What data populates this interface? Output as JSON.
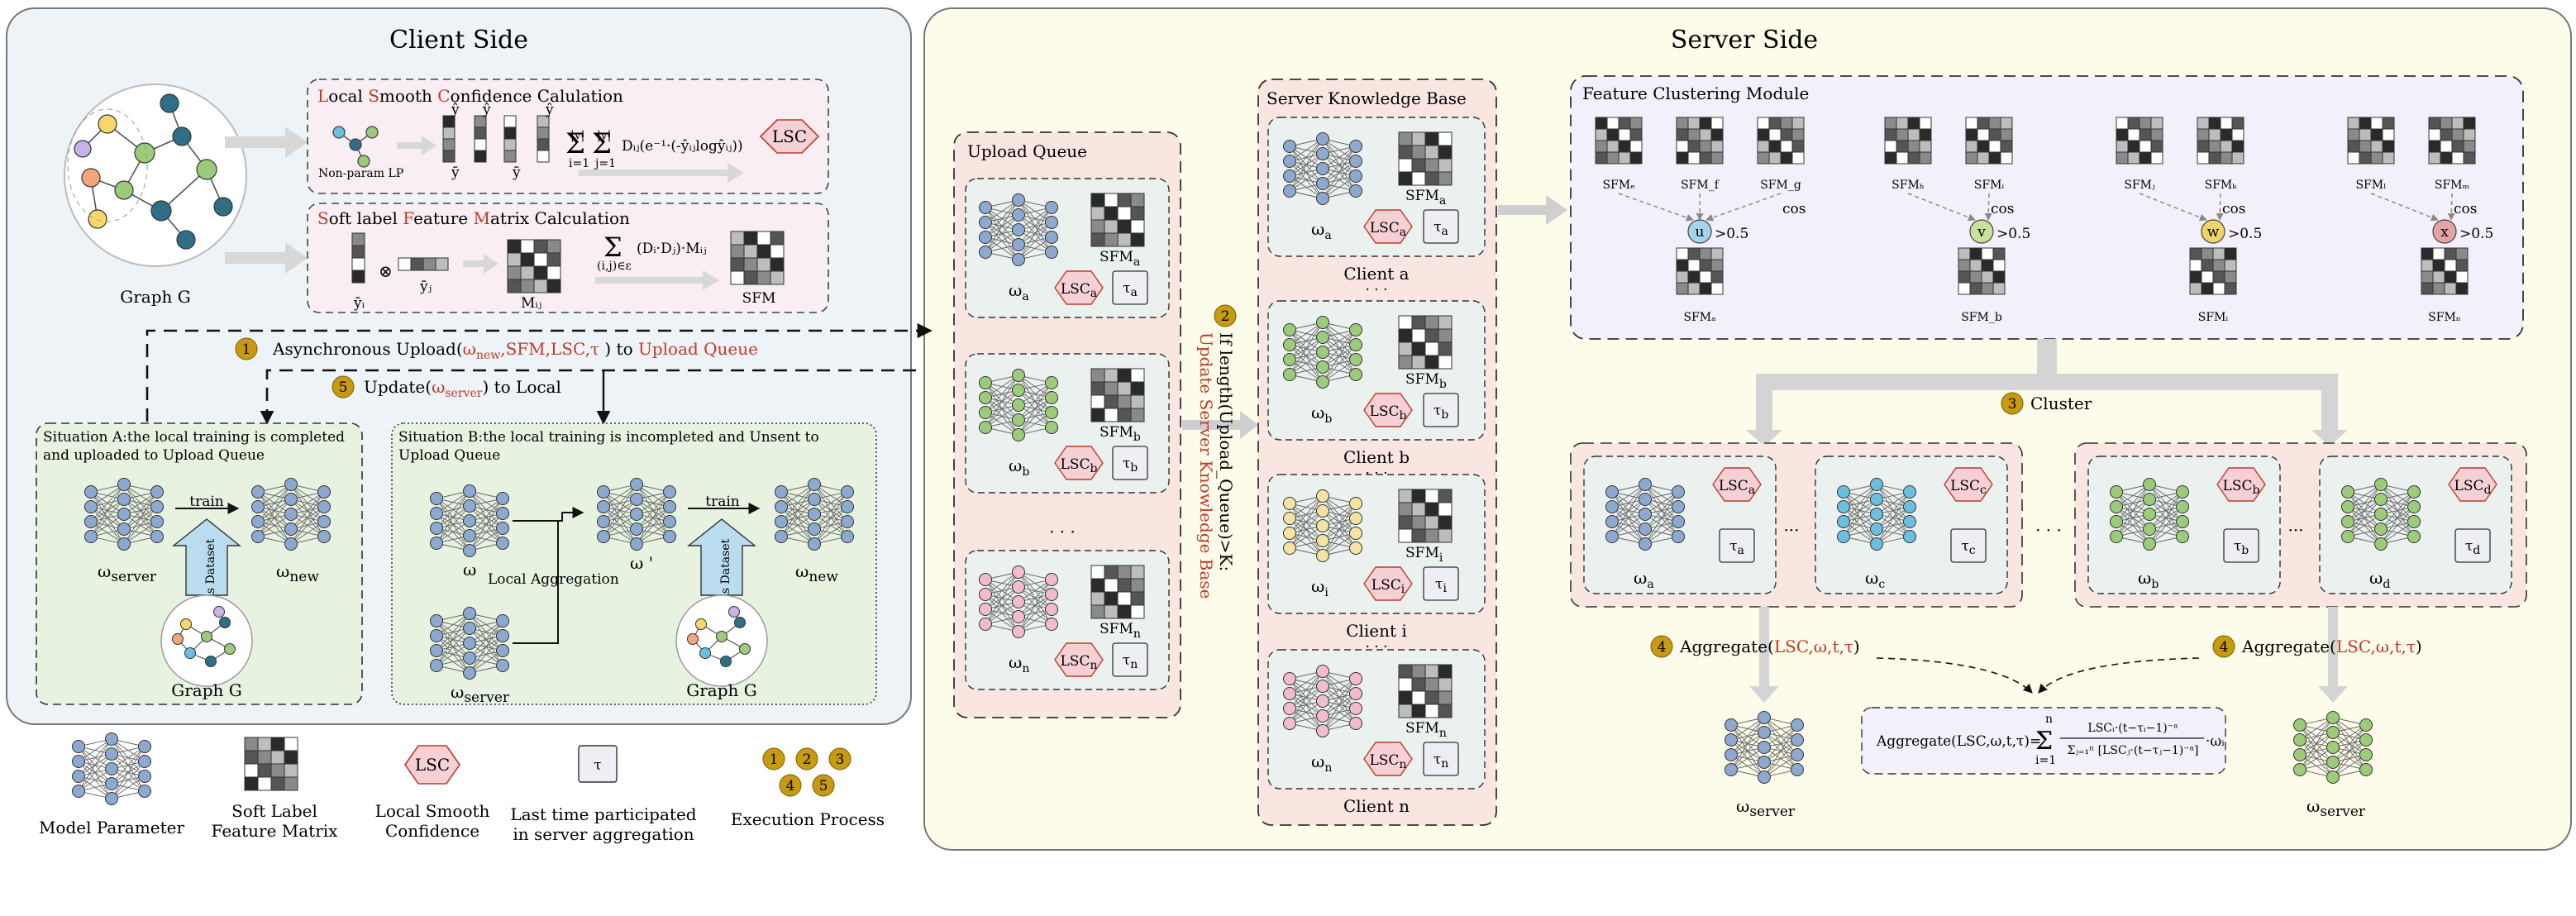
{
  "client_side": {
    "title": "Client Side",
    "graph_label": "Graph G",
    "lsc_calc": {
      "title_parts": [
        "L",
        "ocal ",
        "S",
        "mooth ",
        "C",
        "onfidence Calulation"
      ],
      "nonparam": "Non-param LP",
      "y_hat": "ŷ",
      "y_bar": "ȳ",
      "formula": "Σ Σ Dij(e^-1·(-ŷ_ij log ŷ_ij))",
      "sum_top_1": "|v|",
      "sum_bot_1": "i=1",
      "sum_top_2": "|y|",
      "sum_bot_2": "j=1",
      "formula_body": "Dᵢⱼ(e⁻¹·(-ŷᵢⱼlogŷᵢⱼ))",
      "output": "LSC"
    },
    "sfm_calc": {
      "title_parts": [
        "S",
        "oft label ",
        "F",
        "eature ",
        "M",
        "atrix Calculation"
      ],
      "yi": "ȳᵢ",
      "otimes": "⊗",
      "yj": "ȳⱼ",
      "mij": "Mᵢⱼ",
      "formula_body": "(Dᵢ·Dⱼ)·Mᵢⱼ",
      "sum_bot": "(i,j)∈ε",
      "output": "SFM"
    },
    "step1": {
      "num": "1",
      "prefix": "Asynchronous Upload(",
      "omega": "ω",
      "omega_sub": "new",
      "mid": ",SFM,LSC,",
      "tau": "τ",
      "close": " ) to ",
      "target": "Upload Queue"
    },
    "step5": {
      "num": "5",
      "prefix": "Update(",
      "omega": "ω",
      "omega_sub": "server",
      "suffix": ") to Local"
    },
    "situation_a": {
      "title_1": "Situation A:the local training is completed",
      "title_2": "and uploaded to Upload Queue",
      "train": "train",
      "dataset": "As Dataset",
      "omega_server": "ω",
      "omega_server_sub": "server",
      "omega_new": "ω",
      "omega_new_sub": "new",
      "graph": "Graph G"
    },
    "situation_b": {
      "title_1": "Situation B:the local training is incompleted and Unsent to",
      "title_2": "Upload Queue",
      "omega": "ω",
      "omega_prime": "ω '",
      "local_agg": "Local Aggregation",
      "omega_server": "ω",
      "omega_server_sub": "server",
      "train": "train",
      "dataset": "As Dataset",
      "omega_new": "ω",
      "omega_new_sub": "new",
      "graph": "Graph G"
    }
  },
  "legend": {
    "model": "Model Parameter",
    "sfm_1": "Soft Label",
    "sfm_2": "Feature Matrix",
    "lsc_icon": "LSC",
    "lsc_1": "Local Smooth",
    "lsc_2": "Confidence",
    "tau_icon": "τ",
    "tau_1": "Last time participated",
    "tau_2": "in server aggregation",
    "nums": [
      "1",
      "2",
      "3",
      "4",
      "5"
    ],
    "exec": "Execution Process"
  },
  "server_side": {
    "title": "Server Side",
    "upload_queue": {
      "title": "Upload Queue",
      "items": [
        {
          "omega": "ω",
          "sub": "a",
          "sfm": "SFM",
          "sfm_sub": "a",
          "lsc": "LSC",
          "lsc_sub": "a",
          "tau": "τ",
          "tau_sub": "a"
        },
        {
          "omega": "ω",
          "sub": "b",
          "sfm": "SFM",
          "sfm_sub": "b",
          "lsc": "LSC",
          "lsc_sub": "b",
          "tau": "τ",
          "tau_sub": "b"
        },
        {
          "omega": "ω",
          "sub": "n",
          "sfm": "SFM",
          "sfm_sub": "n",
          "lsc": "LSC",
          "lsc_sub": "n",
          "tau": "τ",
          "tau_sub": "n"
        }
      ],
      "dots": "· · ·"
    },
    "step2": {
      "num": "2",
      "line1": "If length(Upload_Queue)>K:",
      "line2": "Update Server Knowledge Base"
    },
    "knowledge_base": {
      "title": "Server Knowledge Base",
      "clients": [
        {
          "omega": "ω",
          "sub": "a",
          "sfm": "SFM",
          "sfm_sub": "a",
          "lsc": "LSC",
          "lsc_sub": "a",
          "tau": "τ",
          "tau_sub": "a",
          "label": "Client a"
        },
        {
          "omega": "ω",
          "sub": "b",
          "sfm": "SFM",
          "sfm_sub": "b",
          "lsc": "LSC",
          "lsc_sub": "b",
          "tau": "τ",
          "tau_sub": "b",
          "label": "Client b"
        },
        {
          "omega": "ω",
          "sub": "i",
          "sfm": "SFM",
          "sfm_sub": "i",
          "lsc": "LSC",
          "lsc_sub": "i",
          "tau": "τ",
          "tau_sub": "i",
          "label": "Client i"
        },
        {
          "omega": "ω",
          "sub": "n",
          "sfm": "SFM",
          "sfm_sub": "n",
          "lsc": "LSC",
          "lsc_sub": "n",
          "tau": "τ",
          "tau_sub": "n",
          "label": "Client n"
        }
      ],
      "dots": "· · ·"
    },
    "feature_clustering": {
      "title": "Feature Clustering Module",
      "groups": [
        {
          "top": [
            "SFMₑ",
            "SFM_f",
            "SFM_g"
          ],
          "center": "u",
          "threshold": ">0.5",
          "cos": "cos",
          "bottom": "SFMₐ"
        },
        {
          "top": [
            "SFMₕ",
            "SFMᵢ"
          ],
          "center": "v",
          "threshold": ">0.5",
          "cos": "cos",
          "bottom": "SFM_b"
        },
        {
          "top": [
            "SFMⱼ",
            "SFMₖ"
          ],
          "center": "w",
          "threshold": ">0.5",
          "cos": "cos",
          "bottom": "SFMᵢ"
        },
        {
          "top": [
            "SFMₗ",
            "SFMₘ"
          ],
          "center": "x",
          "threshold": ">0.5",
          "cos": "cos",
          "bottom": "SFMₙ"
        }
      ]
    },
    "step3": {
      "num": "3",
      "label": "Cluster"
    },
    "clusters": [
      {
        "items": [
          {
            "omega": "ω",
            "sub": "a",
            "lsc": "LSC",
            "lsc_sub": "a",
            "tau": "τ",
            "tau_sub": "a"
          },
          {
            "omega": "ω",
            "sub": "c",
            "lsc": "LSC",
            "lsc_sub": "c",
            "tau": "τ",
            "tau_sub": "c"
          }
        ]
      },
      {
        "items": [
          {
            "omega": "ω",
            "sub": "b",
            "lsc": "LSC",
            "lsc_sub": "b",
            "tau": "τ",
            "tau_sub": "b"
          },
          {
            "omega": "ω",
            "sub": "d",
            "lsc": "LSC",
            "lsc_sub": "d",
            "tau": "τ",
            "tau_sub": "d"
          }
        ]
      }
    ],
    "dots_inner": "···",
    "dots_between": "· · ·",
    "step4_left": {
      "num": "4",
      "prefix": "Aggregate(",
      "args": "LSC,ω,t,τ",
      "close": ")"
    },
    "step4_right": {
      "num": "4",
      "prefix": "Aggregate(",
      "args": "LSC,ω,t,τ",
      "close": ")"
    },
    "aggregate_formula": {
      "lhs": "Aggregate(LSC,ω,t,τ)=",
      "sum_top": "n",
      "sum_bot": "i=1",
      "numerator": "LSCᵢ·(t−τᵢ−1)⁻ᵃ",
      "denominator": "Σⱼ₌₁ⁿ [LSCⱼ·(t−τⱼ−1)⁻ᵃ]",
      "rhs": "·ωᵢ"
    },
    "server_left": {
      "omega": "ω",
      "sub": "server"
    },
    "server_right": {
      "omega": "ω",
      "sub": "server"
    }
  },
  "colors": {
    "client_bg": "#eef3f8",
    "server_bg": "#fdfbe9",
    "blue_node": "#8ea9cf",
    "green_node": "#9ccc7a",
    "cyan_node": "#6cc0df",
    "yellow_node": "#f6e3a2",
    "pink_node": "#f1bccc",
    "lsc_fill": "#f5d1d6",
    "step_badge": "#c79a12",
    "accent_red": "#c0392b"
  }
}
